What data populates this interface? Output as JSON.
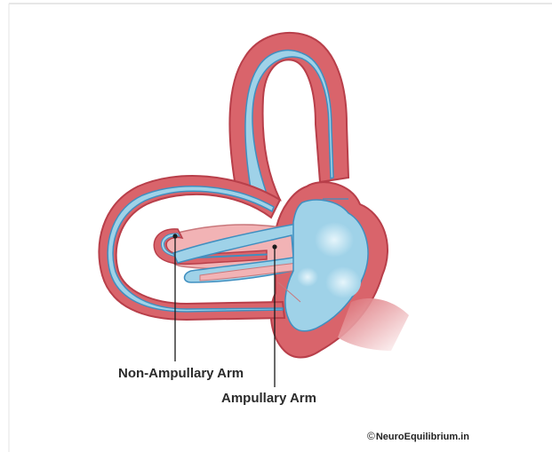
{
  "labels": {
    "non_ampullary_arm": "Non-Ampullary Arm",
    "ampullary_arm": "Ampullary Arm"
  },
  "copyright": {
    "symbol": "©",
    "text": "NeuroEquilibrium.in"
  },
  "colors": {
    "outer_wall": "#d9646b",
    "outer_wall_stroke": "#b83f4a",
    "membrane_pink": "#f2b3b5",
    "endolymph_blue": "#9fd2e8",
    "endolymph_stroke": "#3f8fc0",
    "highlight": "#d8eff8",
    "leader_line": "#1a1a1a"
  }
}
